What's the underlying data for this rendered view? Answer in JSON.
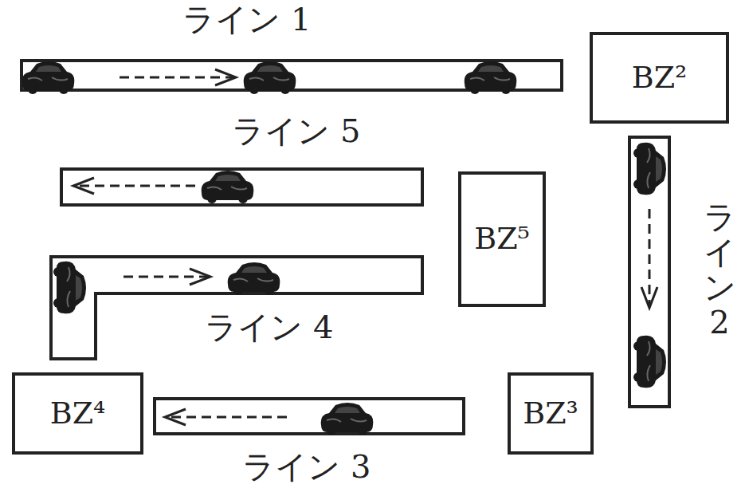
{
  "diagram": {
    "nodes": [
      {
        "text": [
          "BZ²"
        ]
      },
      {
        "text": [
          "BZ⁵"
        ]
      },
      {
        "text": [
          "BZ⁴"
        ]
      },
      {
        "text": [
          "BZ³"
        ]
      }
    ],
    "labels": [
      "ライン 1",
      "ライン 5",
      "ライン 4",
      "ライン 2",
      "ライン 3"
    ]
  }
}
